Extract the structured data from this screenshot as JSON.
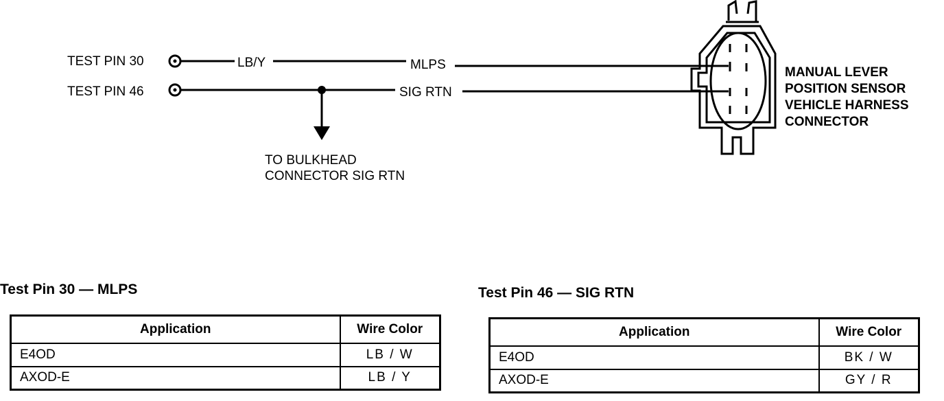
{
  "diagram": {
    "pins": [
      {
        "label": "TEST PIN 30",
        "wire_color": "LB/Y",
        "destination": "MLPS"
      },
      {
        "label": "TEST PIN 46",
        "wire_color": "",
        "destination": "SIG RTN"
      }
    ],
    "branch_label_lines": [
      "TO BULKHEAD",
      "CONNECTOR SIG RTN"
    ],
    "connector_label_lines": [
      "MANUAL LEVER",
      "POSITION SENSOR",
      "VEHICLE HARNESS",
      "CONNECTOR"
    ]
  },
  "tables": [
    {
      "title": "Test Pin 30 — MLPS",
      "headers": [
        "Application",
        "Wire Color"
      ],
      "rows": [
        [
          "E4OD",
          "LB / W"
        ],
        [
          "AXOD-E",
          "LB / Y"
        ]
      ]
    },
    {
      "title": "Test Pin 46 — SIG RTN",
      "headers": [
        "Application",
        "Wire Color"
      ],
      "rows": [
        [
          "E4OD",
          "BK / W"
        ],
        [
          "AXOD-E",
          "GY / R"
        ]
      ]
    }
  ]
}
